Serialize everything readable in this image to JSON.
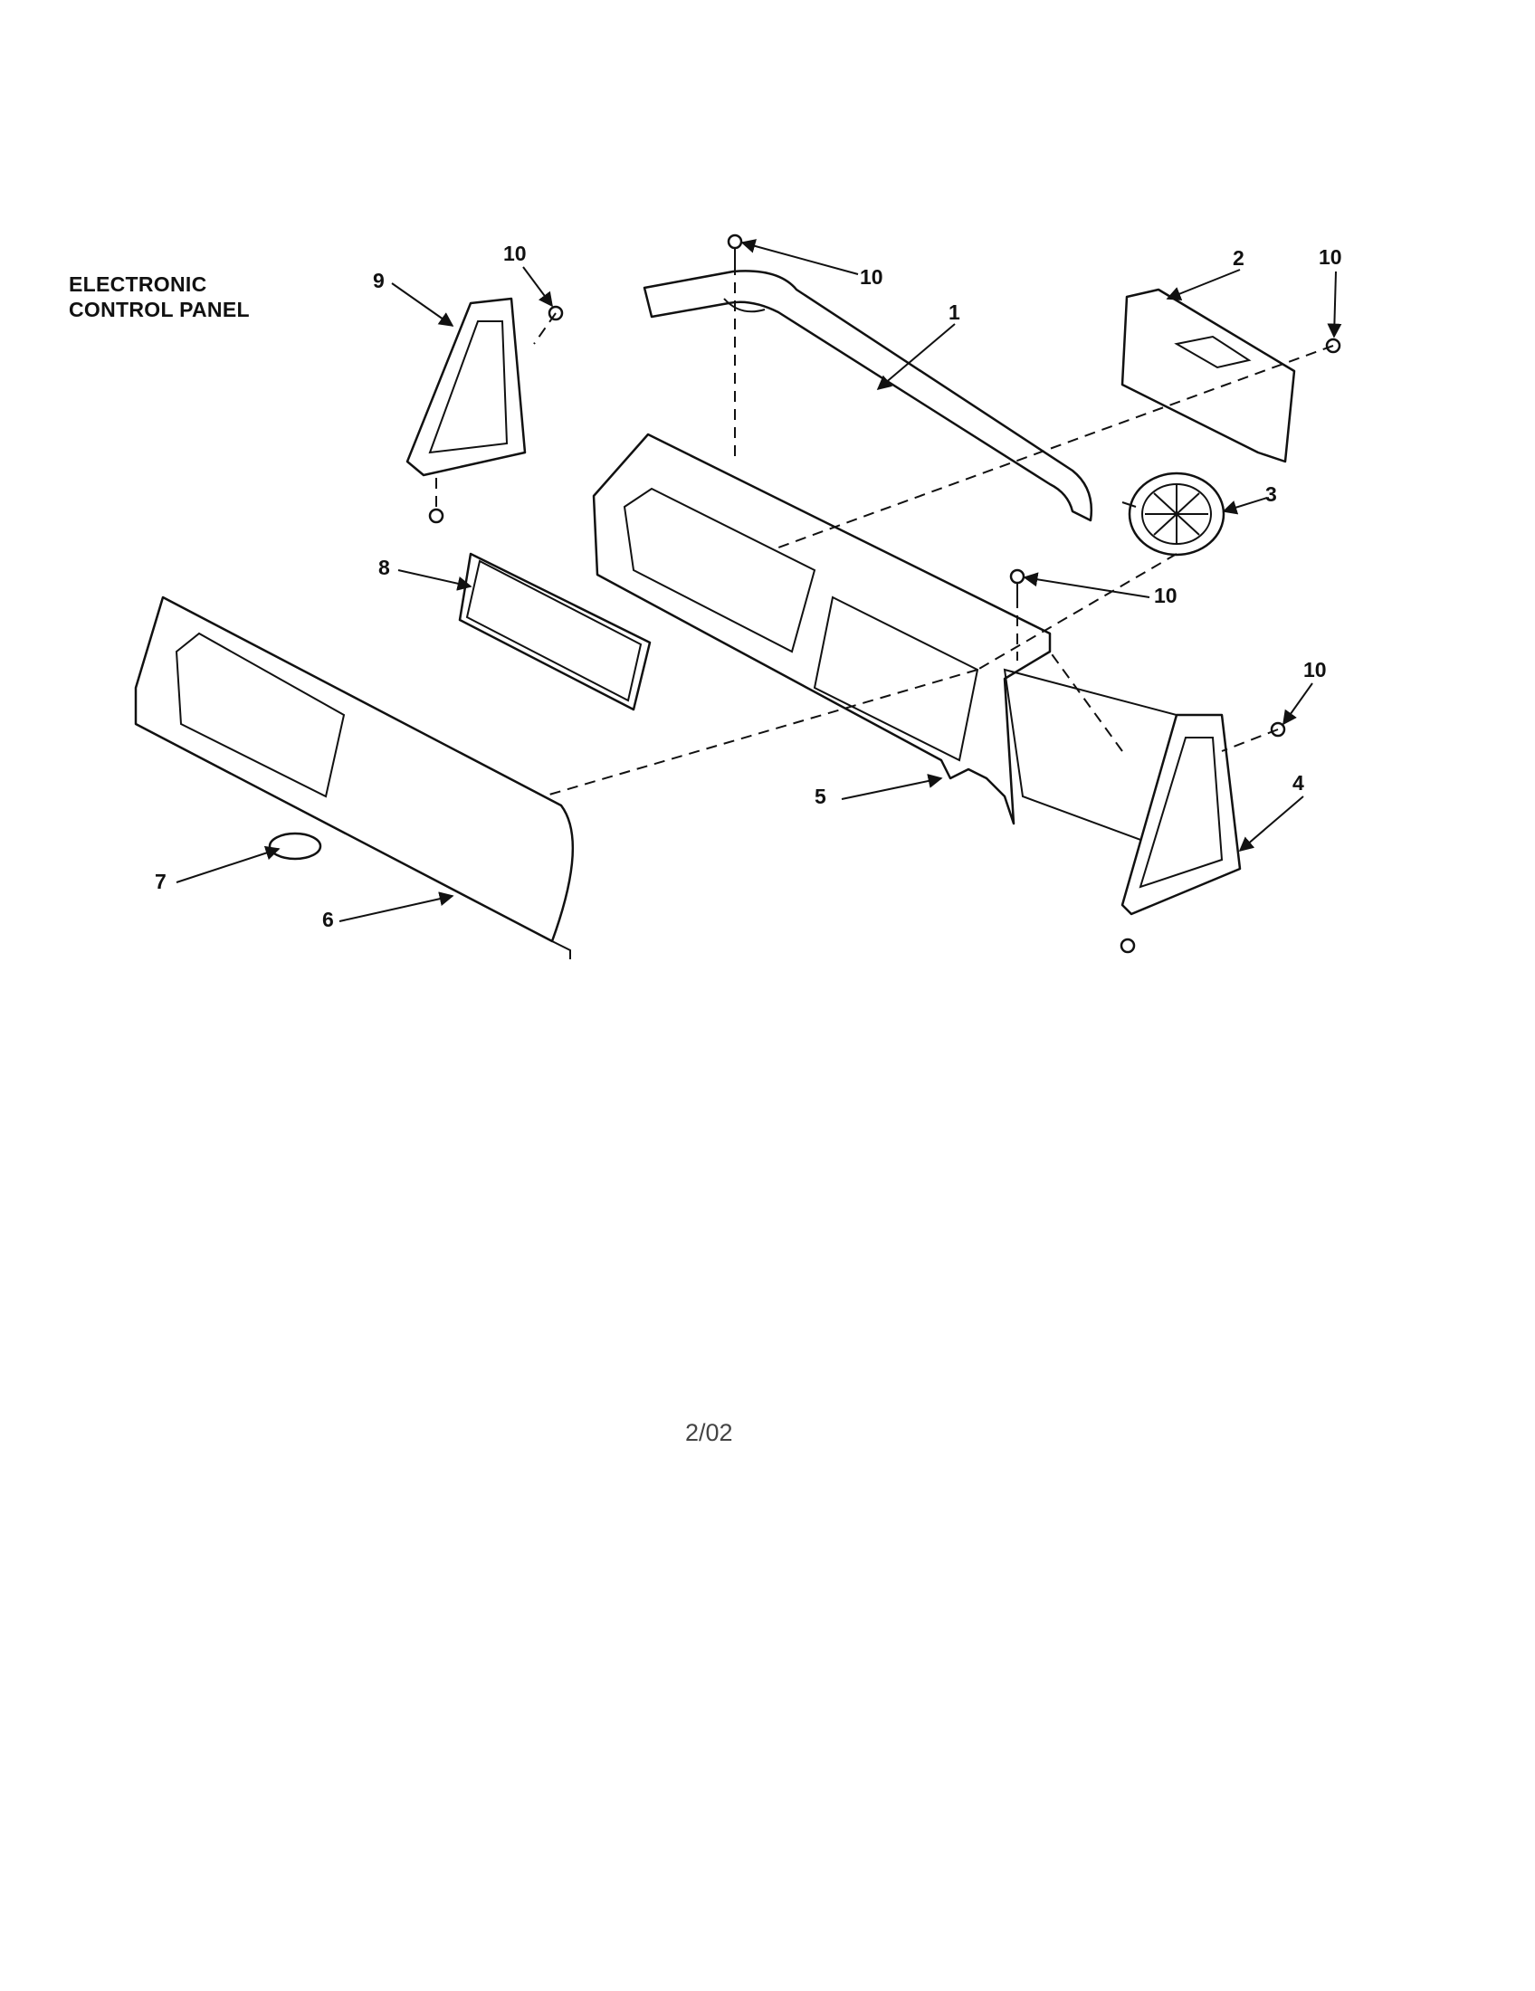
{
  "title": {
    "line1": "ELECTRONIC",
    "line2": "CONTROL PANEL"
  },
  "callouts": {
    "c1": "1",
    "c2": "2",
    "c3": "3",
    "c4": "4",
    "c5": "5",
    "c6": "6",
    "c7": "7",
    "c8": "8",
    "c9": "9",
    "c10a": "10",
    "c10b": "10",
    "c10c": "10",
    "c10d": "10",
    "c10e": "10"
  },
  "footer": "2/02"
}
